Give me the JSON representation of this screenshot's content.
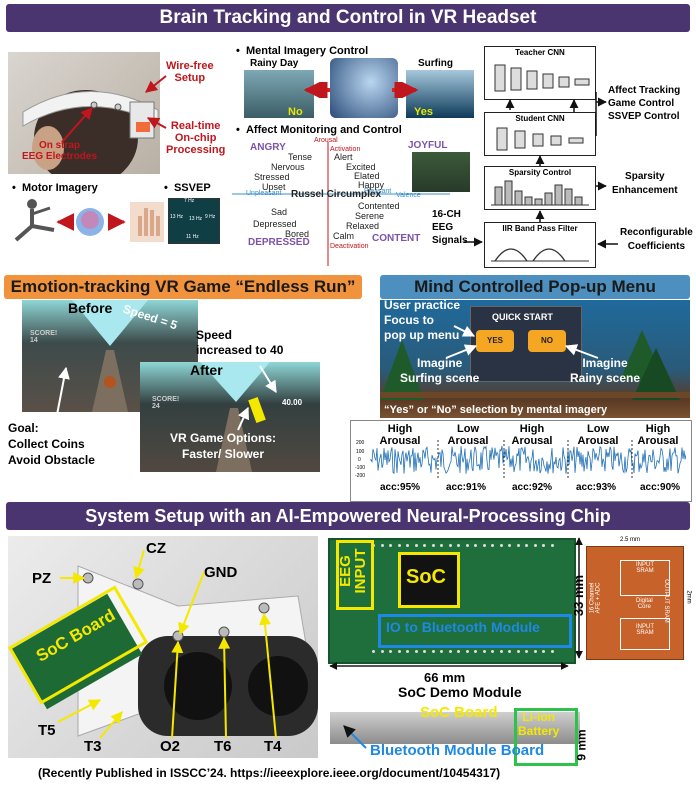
{
  "banners": {
    "top": "Brain Tracking and Control in VR Headset",
    "game": "Emotion-tracking VR Game “Endless Run”",
    "menu": "Mind Controlled Pop-up Menu",
    "setup": "System Setup with an AI-Empowered Neural-Processing Chip"
  },
  "headset": {
    "wire_free": "Wire-free\nSetup",
    "electrodes": "On strap\nEEG Electrodes",
    "realtime": "Real-time\nOn-chip\nProcessing"
  },
  "bullets": {
    "mental_imagery": "Mental Imagery Control",
    "affect": "Affect Monitoring and Control",
    "motor": "Motor Imagery",
    "ssvep": "SSVEP"
  },
  "mental": {
    "rainy": "Rainy Day",
    "surfing": "Surfing",
    "no": "No",
    "yes": "Yes"
  },
  "ssvep_freqs": [
    "7 Hz",
    "9 Hz",
    "13 Hz",
    "11 Hz",
    "13 Hz"
  ],
  "circumplex": {
    "arousal": "Arousal",
    "activation": "Activation",
    "deactivation": "Deactivation",
    "unpleasant": "Unpleasant",
    "pleasant": "Pleasant",
    "valence": "Valence",
    "center": "Russel Circumplex",
    "angry": "ANGRY",
    "joyful": "JOYFUL",
    "depressed": "DEPRESSED",
    "content": "CONTENT",
    "words": {
      "tense": "Tense",
      "nervous": "Nervous",
      "stressed": "Stressed",
      "upset": "Upset",
      "alert": "Alert",
      "excited": "Excited",
      "elated": "Elated",
      "happy": "Happy",
      "sad": "Sad",
      "depressed": "Depressed",
      "bored": "Bored",
      "calm": "Calm",
      "contented": "Contented",
      "serene": "Serene",
      "relaxed": "Relaxed"
    }
  },
  "pipeline": {
    "teacher": "Teacher CNN",
    "student": "Student CNN",
    "sparsity": "Sparsity Control",
    "iir": "IIR Band Pass Filter",
    "input": "16-CH\nEEG\nSignals",
    "affect_out": "Affect Tracking\nGame Control\nSSVEP Control",
    "sparsity_out": "Sparsity\nEnhancement",
    "coeff_out": "Reconfigurable\nCoefficients"
  },
  "game": {
    "before": "Before",
    "after": "After",
    "speed_sign": "Speed = 5",
    "speed_note": "Speed\nincreased to 40",
    "score1": "SCORE!\n14",
    "score2": "SCORE!\n24",
    "readout": "40.00",
    "goal": "Goal:\nCollect Coins\nAvoid Obstacle",
    "options": "VR Game Options:\nFaster/ Slower"
  },
  "menu": {
    "user": "User practice\nFocus to\npop up menu",
    "quick": "QUICK START",
    "yes": "YES",
    "no": "NO",
    "imagine_surf": "Imagine\nSurfing scene",
    "imagine_rain": "Imagine\nRainy scene",
    "caption": "“Yes” or “No” selection by mental imagery"
  },
  "eeg_strip": {
    "labels": [
      "High\nArousal",
      "Low\nArousal",
      "High\nArousal",
      "Low\nArousal",
      "High\nArousal"
    ],
    "acc": [
      "acc:95%",
      "acc:91%",
      "acc:92%",
      "acc:93%",
      "acc:90%"
    ],
    "yticks": [
      "200",
      "100",
      "0",
      "-100",
      "-200"
    ]
  },
  "setup": {
    "cz": "CZ",
    "pz": "PZ",
    "gnd": "GND",
    "soc_board": "SoC Board",
    "t5": "T5",
    "t3": "T3",
    "o2": "O2",
    "t6": "T6",
    "t4": "T4"
  },
  "pcb": {
    "eeg_input": "EEG\nINPUT",
    "soc": "SoC",
    "io": "IO to Bluetooth Module",
    "w": "66 mm",
    "h": "33 mm",
    "module": "SoC Demo Module",
    "soc_board": "SoC Board",
    "battery": "Li-ion\nBattery",
    "thick": "9 mm",
    "bt_board": "Bluetooth Module Board"
  },
  "die": {
    "w": "2.5 mm",
    "h": "2mm",
    "sram_top": "INPUT\nSRAM",
    "core": "Digital\nCore",
    "sram_bot": "INPUT\nSRAM",
    "channel": "16 Channel\nAFE + ADC",
    "output": "OUTPUT SRAM"
  },
  "footer": "(Recently Published in ISSCC’24.  https://ieeexplore.ieee.org/document/10454317)",
  "colors": {
    "banner_purple": "#4b3570",
    "banner_orange": "#f1923c",
    "banner_blue": "#4d8fbf",
    "accent_red": "#c0161d",
    "soc_yellow": "#f5e800",
    "io_blue": "#1e88e5"
  }
}
